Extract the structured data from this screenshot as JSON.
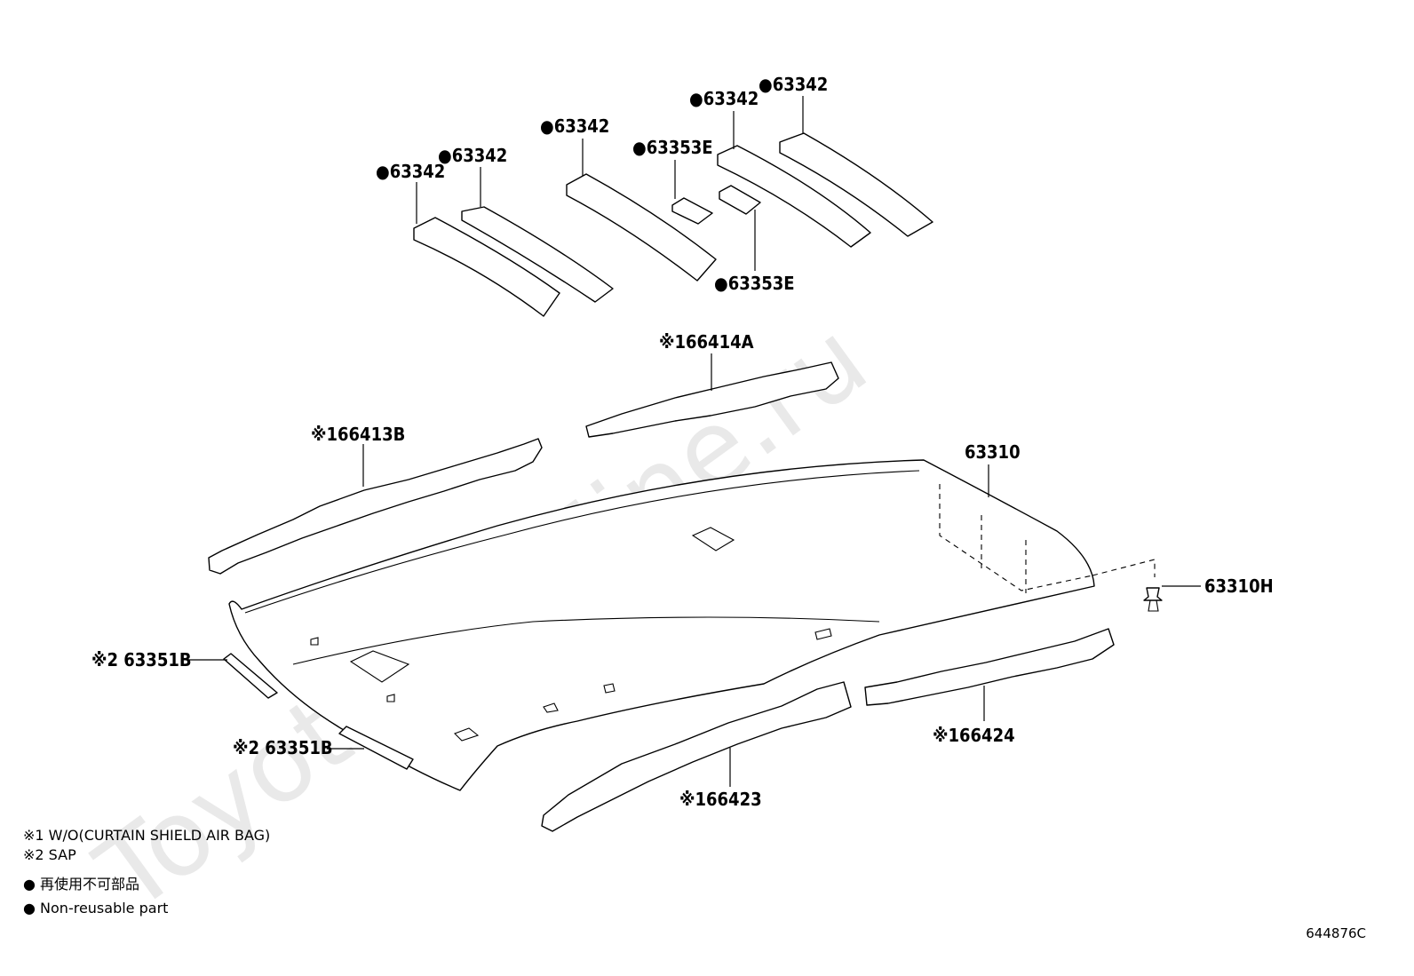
{
  "watermark": "ToyotaCarMine.ru",
  "labels": {
    "l_63342_a": "●63342",
    "l_63342_b": "●63342",
    "l_63342_c": "●63342",
    "l_63342_d": "●63342",
    "l_63342_e": "●63342",
    "l_63353e_a": "●63353E",
    "l_63353e_b": "●63353E",
    "l_66414a": "※166414A",
    "l_66413b": "※166413B",
    "l_63310": "63310",
    "l_63310h": "63310H",
    "l_63351b_a": "※2 63351B",
    "l_63351b_b": "※2 63351B",
    "l_66424": "※166424",
    "l_66423": "※166423"
  },
  "legend": {
    "note1": "※1 W/O(CURTAIN SHIELD AIR BAG)",
    "note2": "※2 SAP",
    "symbol1": "● 再使用不可部品",
    "symbol2": "● Non-reusable part"
  },
  "diagram_code": "644876C"
}
